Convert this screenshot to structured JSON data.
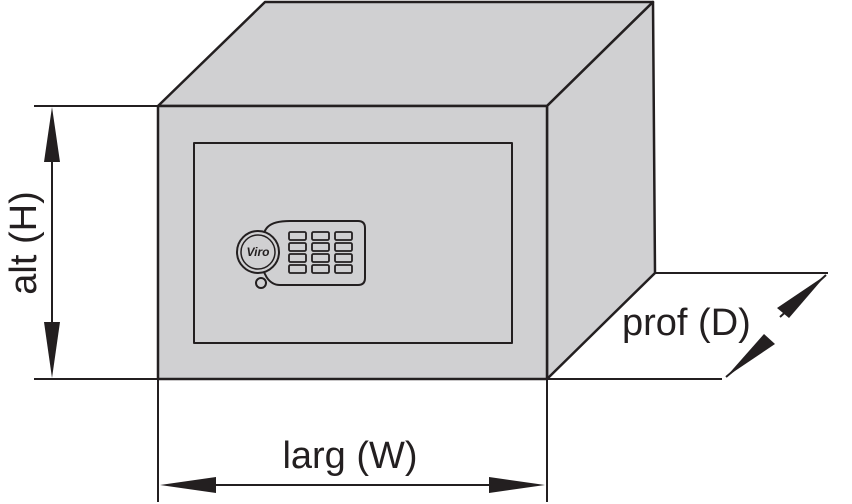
{
  "labels": {
    "height": "alt (H)",
    "width": "larg (W)",
    "depth": "prof (D)"
  },
  "logo": {
    "brand": "Viro"
  },
  "colors": {
    "stroke": "#231f20",
    "front_face": "#d0d0d2",
    "top_face": "#d0d0d2",
    "side_face": "#d0d0d2",
    "background": "#ffffff"
  }
}
